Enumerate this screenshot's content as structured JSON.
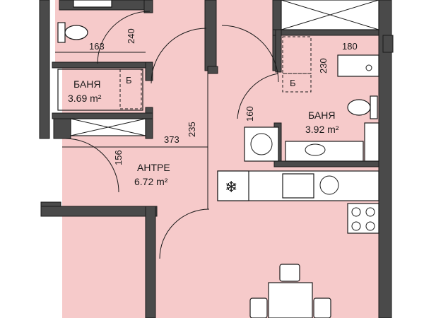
{
  "rooms": {
    "bath_left": {
      "name": "БАНЯ",
      "area": "3.69 m²"
    },
    "bath_right": {
      "name": "БАНЯ",
      "area": "3.92 m²"
    },
    "entrance": {
      "name": "АНТРЕ",
      "area": "6.72 m²"
    }
  },
  "dimensions": {
    "d163": "163",
    "d240": "240",
    "d180": "180",
    "d230": "230",
    "d160": "160",
    "d235": "235",
    "d373": "373",
    "d156": "156"
  },
  "marks": {
    "shower_b1": "Б",
    "shower_b2": "Б"
  },
  "colors": {
    "floor": "#f6caca",
    "wall": "#4a4a4a",
    "fixture": "#ffffff"
  }
}
